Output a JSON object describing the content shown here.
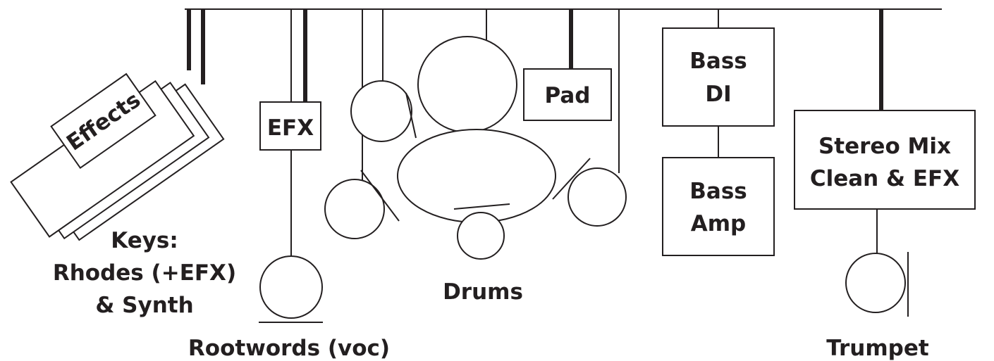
{
  "labels": {
    "effects_box": "Effects",
    "efx_box": "EFX",
    "pad_box": "Pad",
    "bass_di_line1": "Bass",
    "bass_di_line2": "DI",
    "bass_amp_line1": "Bass",
    "bass_amp_line2": "Amp",
    "stereo_mix_line1": "Stereo Mix",
    "stereo_mix_line2": "Clean & EFX",
    "keys_line1": "Keys:",
    "keys_line2": "Rhodes (+EFX)",
    "keys_line3": "& Synth",
    "drums": "Drums",
    "rootwords": "Rootwords (voc)",
    "trumpet": "Trumpet"
  },
  "colors": {
    "ink": "#231f20",
    "background": "#ffffff"
  }
}
